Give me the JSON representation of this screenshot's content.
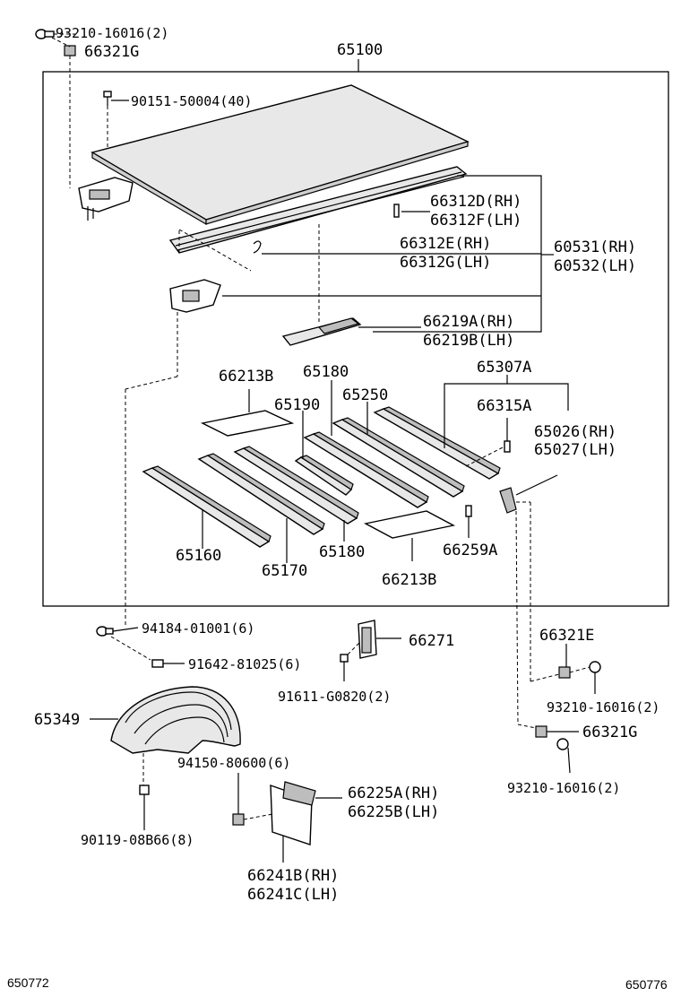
{
  "diagram": {
    "assembly_number": "65100",
    "parts": [
      "93210-16016(2)",
      "66321G",
      "90151-50004(40)",
      "66312D(RH)",
      "66312F(LH)",
      "66312E(RH)",
      "66312G(LH)",
      "60531(RH)",
      "60532(LH)",
      "66219A(RH)",
      "66219B(LH)",
      "66213B",
      "65180",
      "65190",
      "65250",
      "65307A",
      "66315A",
      "65026(RH)",
      "65027(LH)",
      "65160",
      "65170",
      "65180",
      "66259A",
      "66213B",
      "94184-01001(6)",
      "66271",
      "91642-81025(6)",
      "66321E",
      "91611-G0820(2)",
      "93210-16016(2)",
      "65349",
      "66321G",
      "94150-80600(6)",
      "93210-16016(2)",
      "66225A(RH)",
      "66225B(LH)",
      "90119-08B66(8)",
      "66241B(RH)",
      "66241C(LH)"
    ],
    "footer_left": "650772",
    "footer_right": "650776"
  }
}
